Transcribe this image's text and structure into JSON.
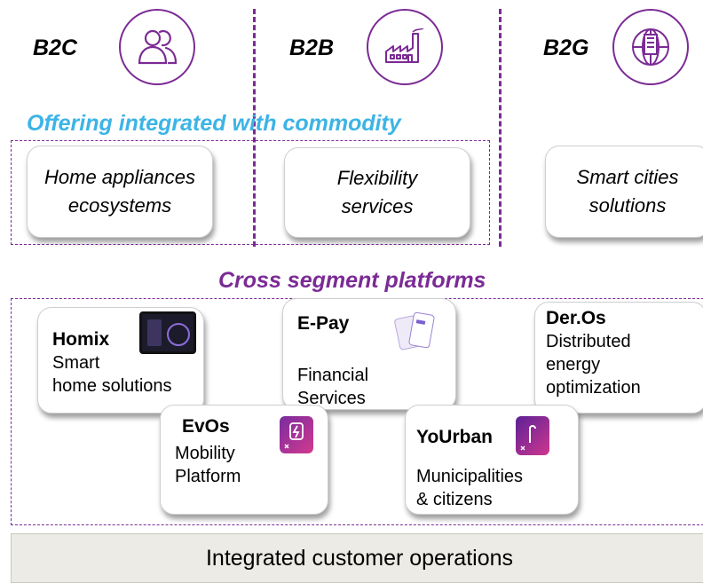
{
  "segments": [
    {
      "label": "B2C",
      "icon": "people-icon"
    },
    {
      "label": "B2B",
      "icon": "factory-icon"
    },
    {
      "label": "B2G",
      "icon": "city-globe-icon"
    }
  ],
  "offering_title": "Offering integrated with commodity",
  "offerings": [
    {
      "text": "Home appliances ecosystems"
    },
    {
      "text": "Flexibility services"
    },
    {
      "text": "Smart cities solutions"
    }
  ],
  "cross_title": "Cross segment platforms",
  "platforms": [
    {
      "name": "Homix",
      "desc_1": "Smart",
      "desc_2": "home solutions",
      "icon": "tablet-icon"
    },
    {
      "name": "E-Pay",
      "desc_1": "Financial",
      "desc_2": "Services",
      "icon": "phone-app-icon"
    },
    {
      "name": "Der.Os",
      "desc_1": "Distributed",
      "desc_2": "energy",
      "desc_3": "optimization"
    },
    {
      "name": "EvOs",
      "desc_1": "Mobility",
      "desc_2": "Platform",
      "icon": "ev-charger-app-icon"
    },
    {
      "name": "YoUrban",
      "desc_1": "Municipalities",
      "desc_2": "& citizens",
      "icon": "city-app-icon"
    }
  ],
  "footer": "Integrated customer operations",
  "colors": {
    "accent": "#7b2b95",
    "offering_title": "#3cb4e5",
    "footer_bg": "#ecebe5"
  }
}
